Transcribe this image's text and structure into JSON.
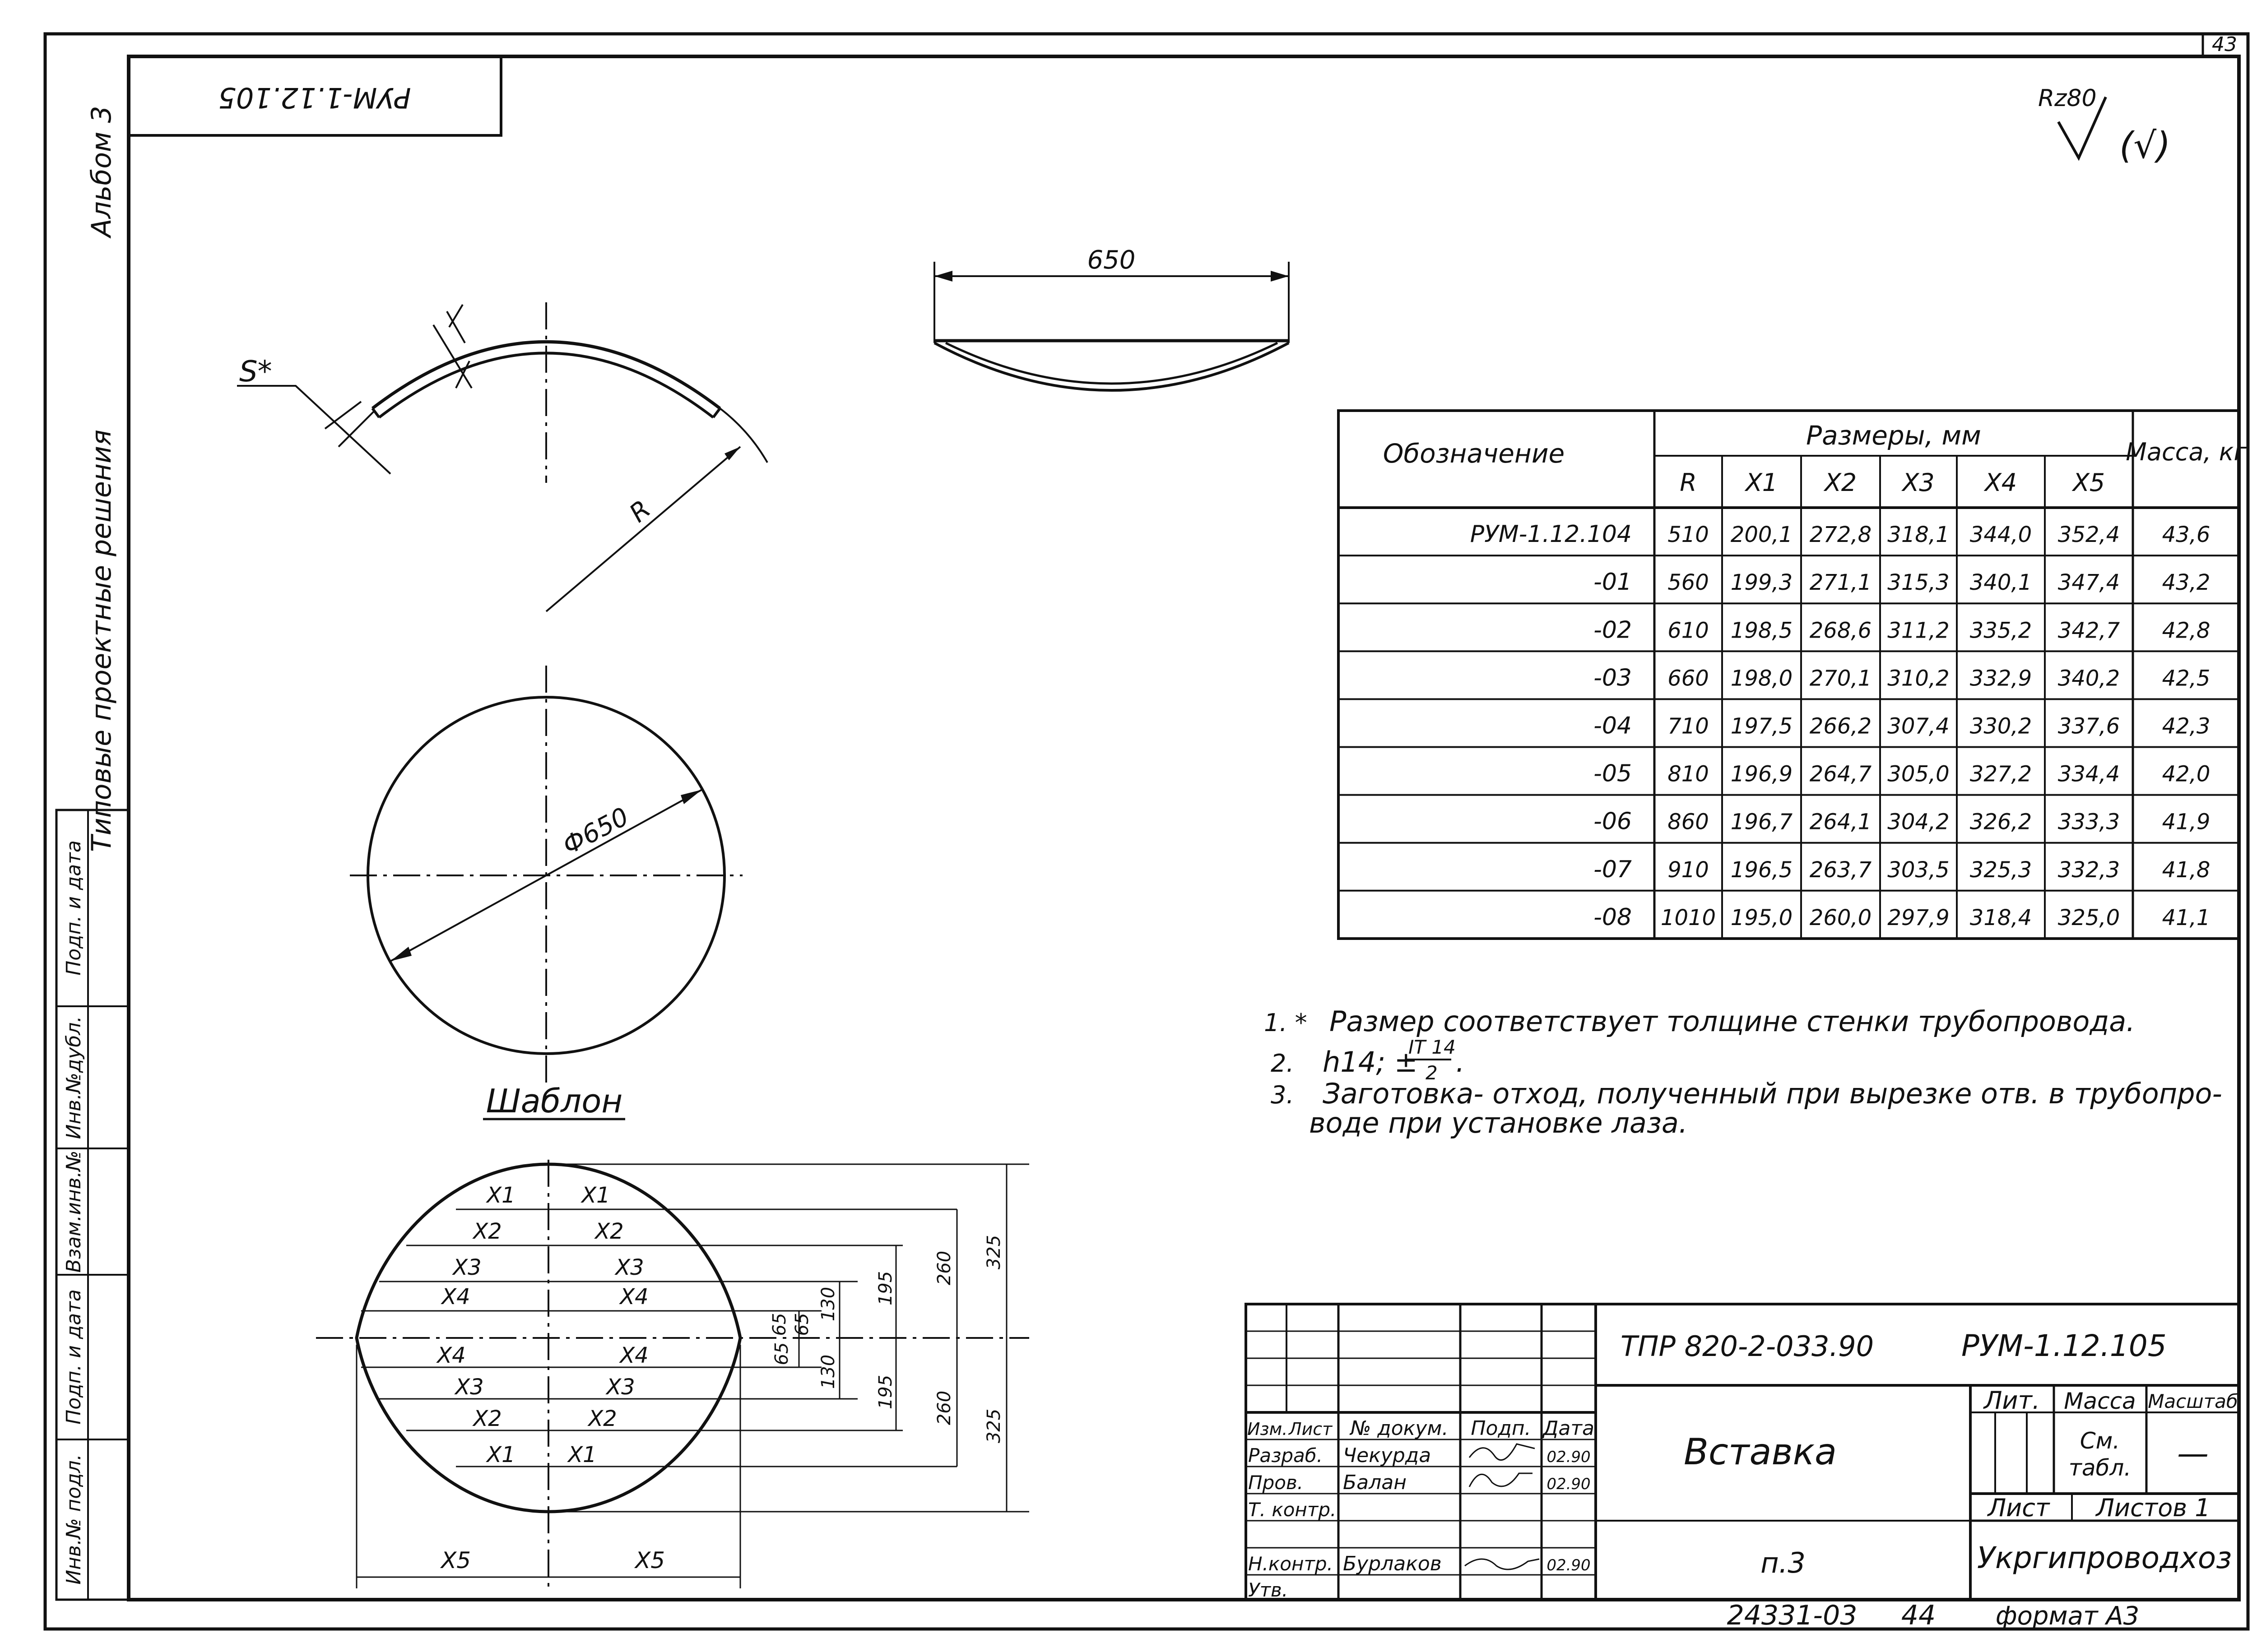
{
  "sheet": {
    "page_number": "43",
    "doc_code_rotated": "РУМ-1.12.105",
    "roughness_label": "Rz80",
    "roughness_suffix": "(√)",
    "side_album": "Альбом 3",
    "side_series": "Типовые проектные решения",
    "side_cells": [
      "Подп. и дата",
      "Инв.№дубл.",
      "Взам.инв.№",
      "Подп. и дата",
      "Инв.№ подл."
    ]
  },
  "drawing": {
    "s_label": "S*",
    "r_label": "R",
    "width_label": "650",
    "diameter_label": "Ф650",
    "template_title": "Шаблон",
    "x_labels": {
      "x1": "X1",
      "x2": "X2",
      "x3": "X3",
      "x4": "X4",
      "x5": "X5"
    },
    "dims": {
      "d65": "65",
      "d130": "130",
      "d195": "195",
      "d260": "260",
      "d325": "325"
    }
  },
  "table": {
    "header_designation": "Обозначение",
    "header_sizes": "Размеры, мм",
    "header_mass": "Масса, кг",
    "columns": [
      "R",
      "X1",
      "X2",
      "X3",
      "X4",
      "X5"
    ],
    "rows": [
      [
        "РУМ-1.12.104",
        "510",
        "200,1",
        "272,8",
        "318,1",
        "344,0",
        "352,4",
        "43,6"
      ],
      [
        "-01",
        "560",
        "199,3",
        "271,1",
        "315,3",
        "340,1",
        "347,4",
        "43,2"
      ],
      [
        "-02",
        "610",
        "198,5",
        "268,6",
        "311,2",
        "335,2",
        "342,7",
        "42,8"
      ],
      [
        "-03",
        "660",
        "198,0",
        "270,1",
        "310,2",
        "332,9",
        "340,2",
        "42,5"
      ],
      [
        "-04",
        "710",
        "197,5",
        "266,2",
        "307,4",
        "330,2",
        "337,6",
        "42,3"
      ],
      [
        "-05",
        "810",
        "196,9",
        "264,7",
        "305,0",
        "327,2",
        "334,4",
        "42,0"
      ],
      [
        "-06",
        "860",
        "196,7",
        "264,1",
        "304,2",
        "326,2",
        "333,3",
        "41,9"
      ],
      [
        "-07",
        "910",
        "196,5",
        "263,7",
        "303,5",
        "325,3",
        "332,3",
        "41,8"
      ],
      [
        "-08",
        "1010",
        "195,0",
        "260,0",
        "297,9",
        "318,4",
        "325,0",
        "41,1"
      ]
    ]
  },
  "notes": {
    "n1_num": "1. *",
    "n1_text": "Размер соответствует толщине стенки трубопровода.",
    "n2_num": "2.",
    "n2_text_a": "h14; ±",
    "n2_frac_top": "IT 14",
    "n2_frac_bottom": "2",
    "n3_num": "3.",
    "n3_line1": "Заготовка- отход, полученный при вырезке отв. в трубопро-",
    "n3_line2": "воде при установке лаза."
  },
  "title_block": {
    "project": "ТПР 820-2-033.90",
    "code": "РУМ-1.12.105",
    "name": "Вставка",
    "part": "п.3",
    "org": "Укргипроводхоз",
    "lit": "Лит.",
    "mass": "Масса",
    "scale": "Масштаб",
    "mass_val_1": "См.",
    "mass_val_2": "табл.",
    "scale_val": "—",
    "sheet": "Лист",
    "sheets": "Листов 1",
    "head_izm": "Изм.",
    "head_list": "Лист",
    "head_doc": "№ докум.",
    "head_podp": "Подп.",
    "head_date": "Дата",
    "row1_role": "Разраб.",
    "row1_name": "Чекурда",
    "row1_date": "02.90",
    "row2_role": "Пров.",
    "row2_name": "Балан",
    "row2_date": "02.90",
    "row3_role": "Т. контр.",
    "row4_role": "Н.контр.",
    "row4_name": "Бурлаков",
    "row4_date": "02.90",
    "row5_role": "Утв.",
    "footer_num": "24331-03",
    "footer_sheet": "44",
    "footer_format": "формат А3"
  }
}
